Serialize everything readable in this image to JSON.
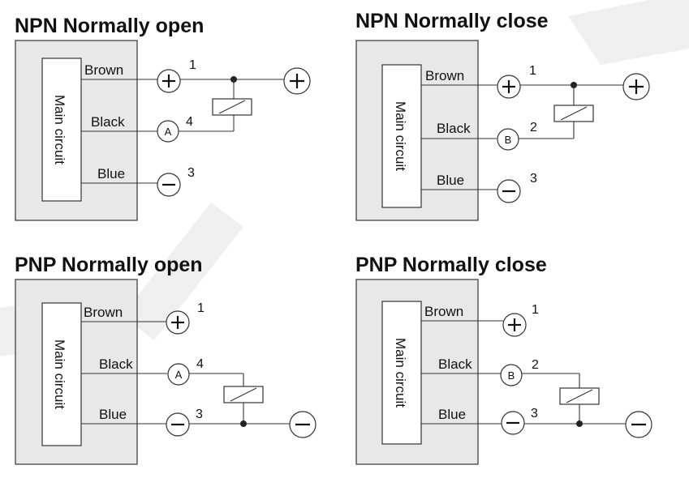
{
  "diagrams": [
    {
      "title": "NPN Normally open",
      "main_circuit": "Main circuit",
      "wires": [
        {
          "label": "Brown",
          "terminal": "+",
          "pin": "1"
        },
        {
          "label": "Black",
          "terminal": "A",
          "pin": "4"
        },
        {
          "label": "Blue",
          "terminal": "−",
          "pin": "3"
        }
      ],
      "supply": "+"
    },
    {
      "title": "NPN Normally close",
      "main_circuit": "Main circuit",
      "wires": [
        {
          "label": "Brown",
          "terminal": "+",
          "pin": "1"
        },
        {
          "label": "Black",
          "terminal": "B",
          "pin": "2"
        },
        {
          "label": "Blue",
          "terminal": "−",
          "pin": "3"
        }
      ],
      "supply": "+"
    },
    {
      "title": "PNP Normally open",
      "main_circuit": "Main circuit",
      "wires": [
        {
          "label": "Brown",
          "terminal": "+",
          "pin": "1"
        },
        {
          "label": "Black",
          "terminal": "A",
          "pin": "4"
        },
        {
          "label": "Blue",
          "terminal": "−",
          "pin": "3"
        }
      ],
      "supply": "−"
    },
    {
      "title": "PNP Normally close",
      "main_circuit": "Main circuit",
      "wires": [
        {
          "label": "Brown",
          "terminal": "+",
          "pin": "1"
        },
        {
          "label": "Black",
          "terminal": "B",
          "pin": "2"
        },
        {
          "label": "Blue",
          "terminal": "−",
          "pin": "3"
        }
      ],
      "supply": "−"
    }
  ]
}
